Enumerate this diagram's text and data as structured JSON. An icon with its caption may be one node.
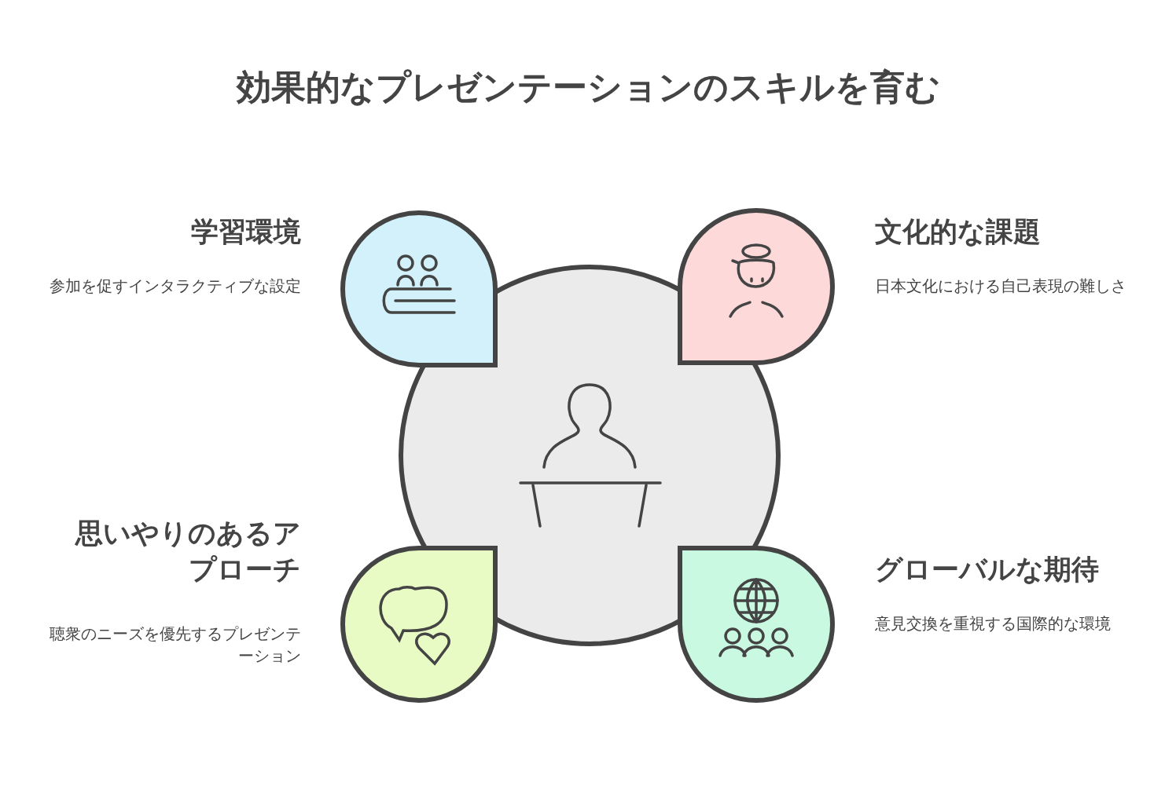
{
  "diagram": {
    "title": "効果的なプレゼンテーションのスキルを育む",
    "nodes": [
      {
        "text": [],
        "shape": "circle"
      },
      {
        "text": [
          "学習環境",
          "参加を促すインタラクティブな設定"
        ]
      },
      {
        "text": [
          "文化的な課題",
          "日本文化における自己表現の難しさ"
        ]
      },
      {
        "text": [
          "思いやりのあるアプローチ",
          "聴衆のニーズを優先するプレゼンテーション"
        ]
      },
      {
        "text": [
          "グローバルな期待",
          "意見交換を重視する国際的な環境"
        ]
      }
    ]
  }
}
